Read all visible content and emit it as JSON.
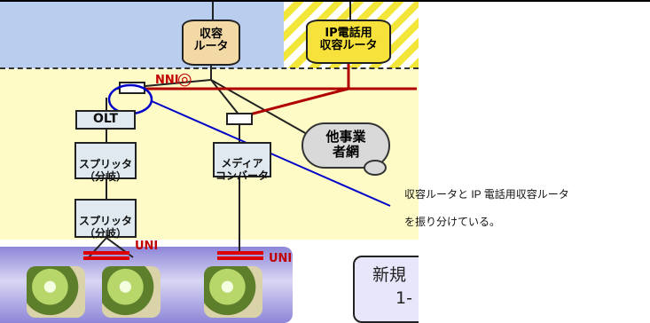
{
  "diagram": {
    "routers": {
      "accommodation": "収容\nルータ",
      "ip_phone": "IP電話用\n収容ルータ"
    },
    "labels": {
      "nni": "NNI",
      "nni_symbol": "◎",
      "uni_left": "UNI",
      "uni_right": "UNI"
    },
    "nodes": {
      "olt": "OLT",
      "splitter_1": "スプリッタ\n（分岐）",
      "splitter_2": "スプリッタ\n（分岐）",
      "media_converter": "メディア\nコンバータ",
      "other_carrier": "他事業\n者網"
    },
    "new_box": {
      "line1": "新規",
      "line2": "1-"
    },
    "annotation": {
      "line1": "収容ルータと IP 電話用収容ルータ",
      "line2": "を振り分けている。"
    },
    "colors": {
      "wire": "#b00000",
      "pointer": "#0000c8",
      "cylinder": "#f3d9a6",
      "cylinder_ip": "#f6e23a"
    }
  }
}
